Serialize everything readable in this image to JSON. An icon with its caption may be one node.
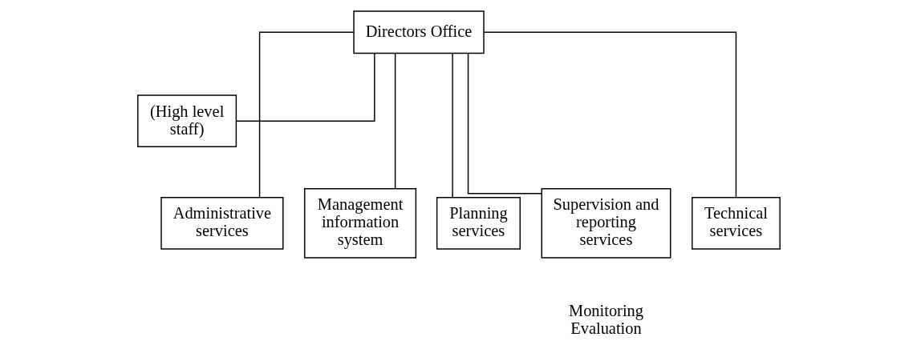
{
  "diagram": {
    "nodes": [
      {
        "text": [
          "Directors Office"
        ]
      },
      {
        "text": [
          "(High level staff)"
        ]
      },
      {
        "text": [
          "Administrative services"
        ]
      },
      {
        "text": [
          "Management information system"
        ]
      },
      {
        "text": [
          "Planning services"
        ]
      },
      {
        "text": [
          "Supervision and reporting services"
        ],
        "beside": [
          "Monitoring",
          "Evaluation"
        ]
      },
      {
        "text": [
          "Technical services"
        ]
      }
    ],
    "edges": [
      {
        "from": 0,
        "to": 1,
        "arrow": "none"
      },
      {
        "from": 0,
        "to": 2,
        "arrow": "none"
      },
      {
        "from": 0,
        "to": 3,
        "arrow": "none"
      },
      {
        "from": 0,
        "to": 4,
        "arrow": "none"
      },
      {
        "from": 0,
        "to": 5,
        "arrow": "none"
      },
      {
        "from": 0,
        "to": 6,
        "arrow": "none"
      }
    ]
  }
}
